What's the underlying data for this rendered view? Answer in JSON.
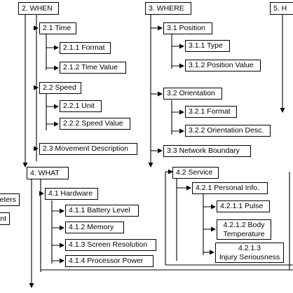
{
  "nodes": {
    "when": "2. WHEN",
    "time": "2.1 Time",
    "time_format": "2.1.1 Format",
    "time_value": "2.1.2 Time Value",
    "speed": "2.2 Speed",
    "speed_unit": "2.2.1 Unit",
    "speed_value": "2.2.2 Speed Value",
    "movement": "2.3 Movement Description",
    "where": "3. WHERE",
    "position": "3.1 Position",
    "position_type": "3.1.1 Type",
    "position_value": "3.1.2 Position Value",
    "orientation": "3.2 Orientation",
    "orientation_format": "3.2.1 Format",
    "orientation_desc": "3.2.2 Orientation Desc.",
    "network_boundary": "3.3 Network Boundary",
    "how_partial": "5. H",
    "what": "4. WHAT",
    "hardware": "4.1 Hardware",
    "battery": "4.1.1 Battery Level",
    "memory": "4.1.2 Memory",
    "screen": "4.1.3 Screen Resolution",
    "processor": "4.1.4 Processor Power",
    "service": "4.2 Service",
    "personal_info": "4.2.1 Personal Info.",
    "pulse": "4.2.1.1 Pulse",
    "body_temp_line1": "4.2.1.2 Body",
    "body_temp_line2": "Temperature",
    "injury_line1": "4.2.1.3",
    "injury_line2": "Injury Seriousness",
    "left_partial_1": "eters",
    "left_partial_2": "nt"
  },
  "colors": {
    "line": "#000000",
    "box_border": "#000000",
    "background": "#ffffff"
  }
}
